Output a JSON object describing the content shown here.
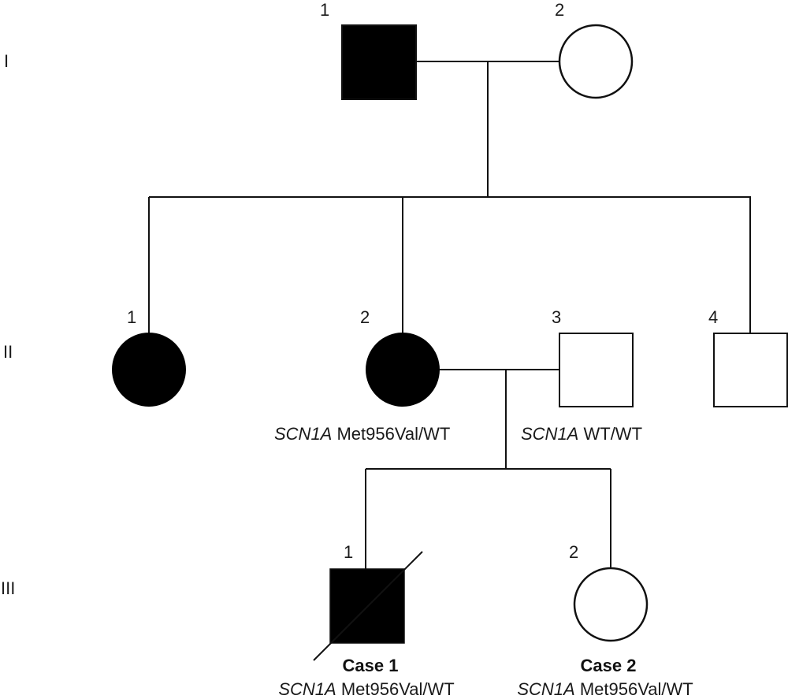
{
  "generations": [
    {
      "roman": "I"
    },
    {
      "roman": "II"
    },
    {
      "roman": "III"
    }
  ],
  "individuals": {
    "I1": {
      "number": "1",
      "sex": "male",
      "affected": true,
      "deceased": false
    },
    "I2": {
      "number": "2",
      "sex": "female",
      "affected": false,
      "deceased": false
    },
    "II1": {
      "number": "1",
      "sex": "female",
      "affected": true,
      "deceased": false
    },
    "II2": {
      "number": "2",
      "sex": "female",
      "affected": true,
      "deceased": false,
      "genotype_gene": "SCN1A",
      "genotype_variant": "Met956Val/WT"
    },
    "II3": {
      "number": "3",
      "sex": "male",
      "affected": false,
      "deceased": false,
      "genotype_gene": "SCN1A",
      "genotype_variant": "WT/WT"
    },
    "II4": {
      "number": "4",
      "sex": "male",
      "affected": false,
      "deceased": false
    },
    "III1": {
      "number": "1",
      "sex": "male",
      "affected": true,
      "deceased": true,
      "case_label": "Case 1",
      "genotype_gene": "SCN1A",
      "genotype_variant": "Met956Val/WT"
    },
    "III2": {
      "number": "2",
      "sex": "female",
      "affected": false,
      "deceased": false,
      "case_label": "Case 2",
      "genotype_gene": "SCN1A",
      "genotype_variant": "Met956Val/WT"
    }
  },
  "colors": {
    "affected": "#000000",
    "unaffected": "#ffffff",
    "line": "#111111"
  }
}
